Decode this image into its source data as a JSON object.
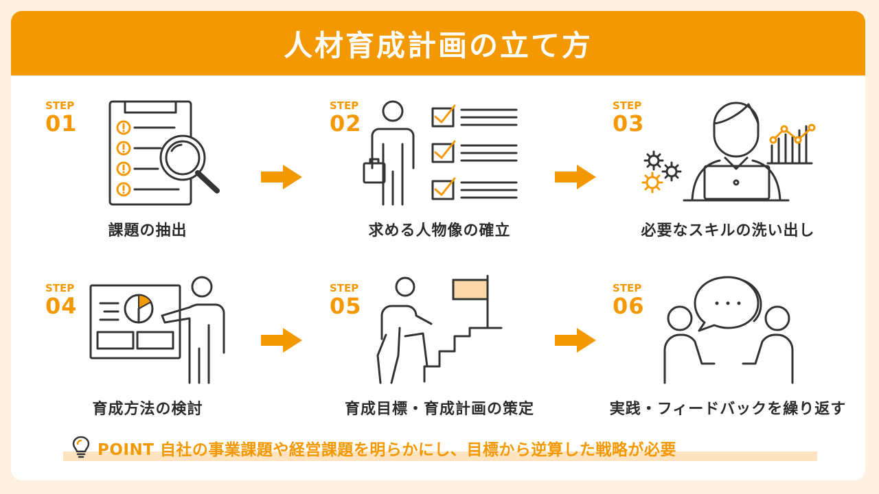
{
  "header": {
    "title": "人材育成計画の立て方"
  },
  "steps": [
    {
      "label": "STEP",
      "num": "01",
      "text": "課題の抽出",
      "icon": "clipboard-magnifier-icon"
    },
    {
      "label": "STEP",
      "num": "02",
      "text": "求める人物像の確立",
      "icon": "person-checklist-icon"
    },
    {
      "label": "STEP",
      "num": "03",
      "text": "必要なスキルの洗い出し",
      "icon": "person-laptop-gears-chart-icon"
    },
    {
      "label": "STEP",
      "num": "04",
      "text": "育成方法の検討",
      "icon": "presenter-board-icon"
    },
    {
      "label": "STEP",
      "num": "05",
      "text": "育成目標・育成計画の策定",
      "icon": "stairs-flag-icon"
    },
    {
      "label": "STEP",
      "num": "06",
      "text": "実践・フィードバックを繰り返す",
      "icon": "two-people-speech-bubble-icon"
    }
  ],
  "point": {
    "text": "POINT 自社の事業課題や経営課題を明らかにし、目標から逆算した戦略が必要",
    "icon": "lightbulb-icon"
  },
  "colors": {
    "accent": "#f39800",
    "background": "#fdf2e1",
    "highlight": "#fde3bf",
    "line": "#333333"
  }
}
